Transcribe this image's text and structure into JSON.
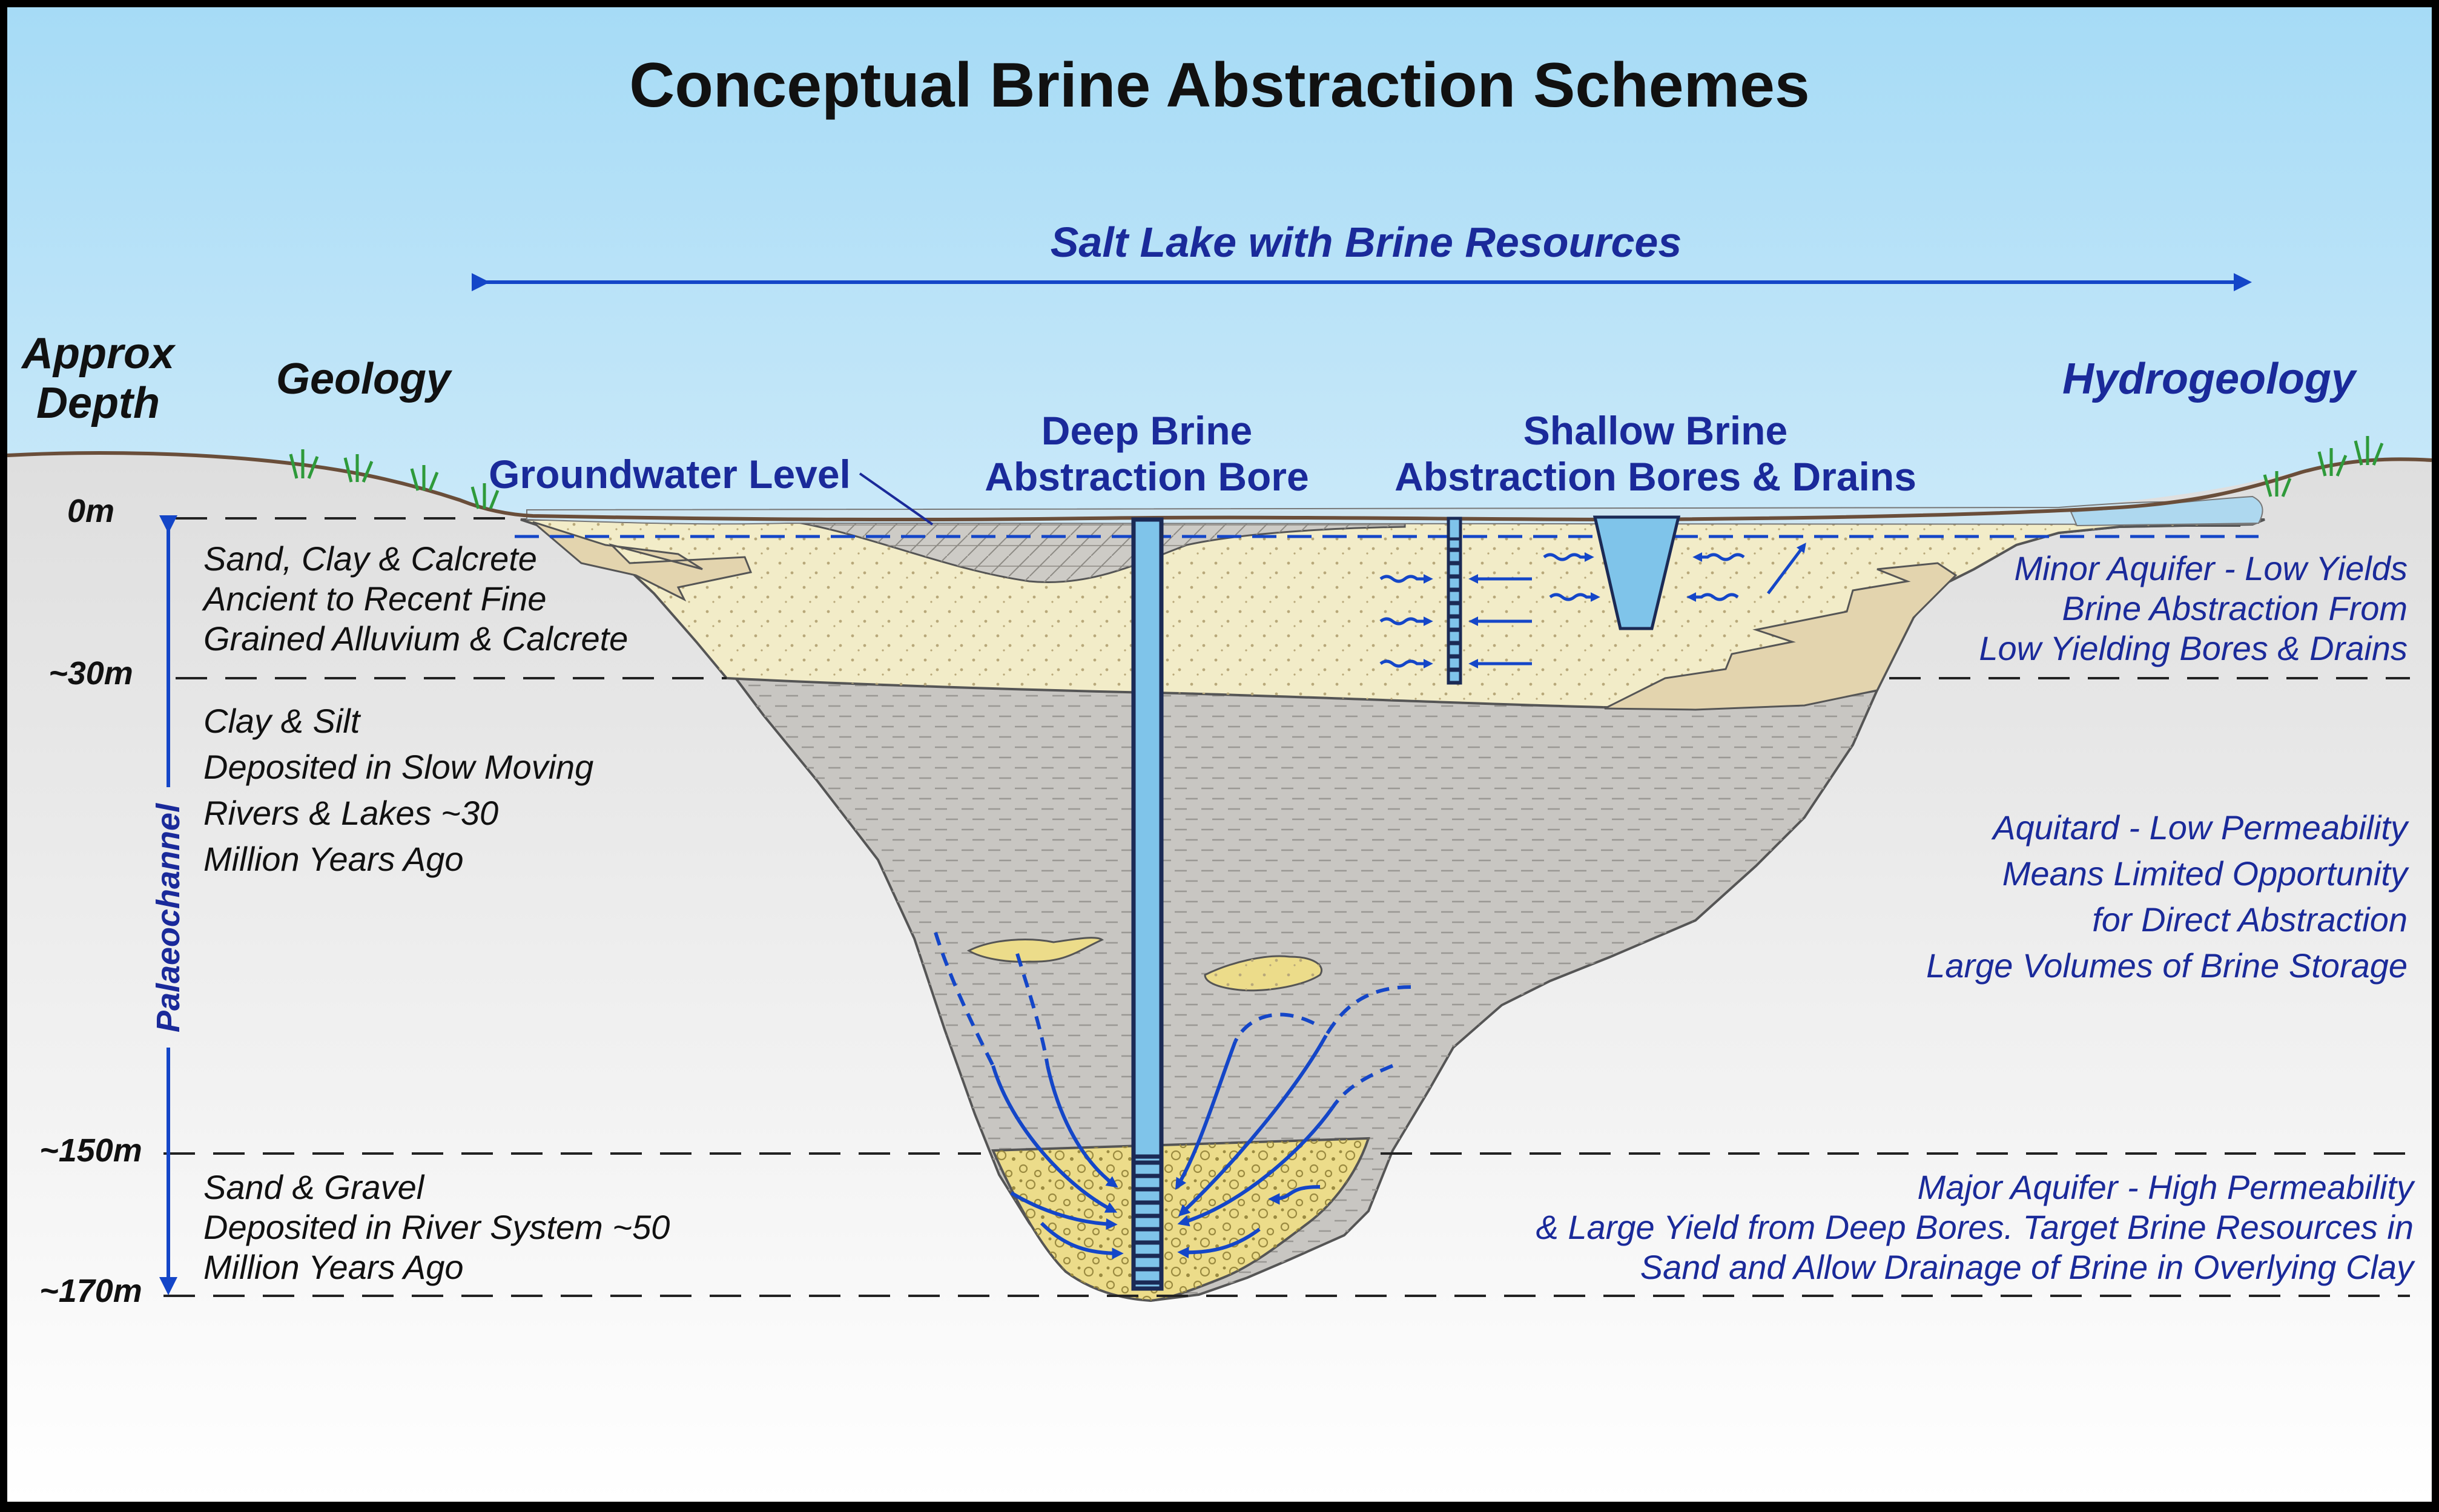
{
  "title": "Conceptual Brine Abstraction Schemes",
  "lake_label": "Salt Lake with Brine Resources",
  "headers": {
    "approx": "Approx",
    "depth": "Depth",
    "geology": "Geology",
    "hydrogeology": "Hydrogeology"
  },
  "callouts": {
    "groundwater_level": "Groundwater Level",
    "deep_line1": "Deep Brine",
    "deep_line2": "Abstraction Bore",
    "shallow_line1": "Shallow Brine",
    "shallow_line2": "Abstraction Bores & Drains"
  },
  "depths": {
    "d0": "0m",
    "d30": "~30m",
    "d150": "~150m",
    "d170": "~170m"
  },
  "palaeochannel": "Palaeochannel",
  "geology": {
    "upper": [
      "Sand, Clay & Calcrete",
      "Ancient to Recent Fine",
      "Grained Alluvium & Calcrete"
    ],
    "middle": [
      "Clay & Silt",
      "Deposited in Slow Moving",
      "Rivers & Lakes ~30",
      "Million Years Ago"
    ],
    "lower": [
      "Sand & Gravel",
      "Deposited in River System ~50",
      "Million Years Ago"
    ]
  },
  "hydrogeology": {
    "upper": [
      "Minor Aquifer - Low Yields",
      "Brine Abstraction From",
      "Low Yielding Bores & Drains"
    ],
    "middle": [
      "Aquitard - Low Permeability",
      "Means Limited Opportunity",
      "for Direct Abstraction",
      "Large Volumes of Brine Storage"
    ],
    "lower": [
      "Major Aquifer - High Permeability",
      "& Large Yield from Deep Bores.  Target Brine Resources in",
      "Sand and Allow Drainage of Brine in Overlying Clay"
    ]
  },
  "colors": {
    "text_blue": "#1a2a9a",
    "arrow_blue": "#1446c8",
    "water": "#7fc4ea",
    "sand_upper": "#f2ecc8",
    "clay": "#c8c6c2",
    "gravel": "#ecdc8a",
    "sky_top": "#a9dcf6"
  }
}
